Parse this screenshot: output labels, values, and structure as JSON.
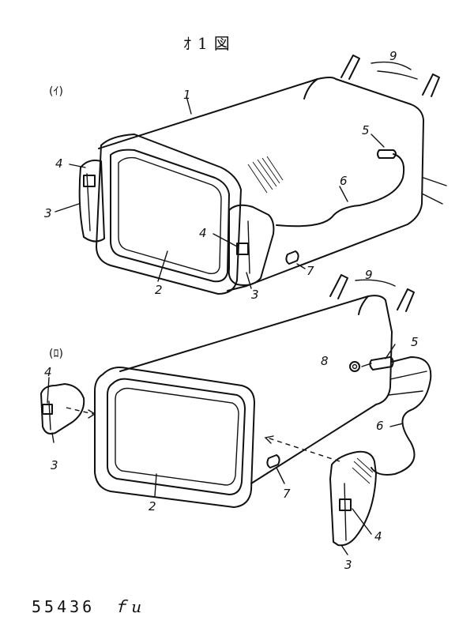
{
  "figure": {
    "title": "ｵ1図",
    "sub_a": "(ｲ)",
    "sub_b": "(ﾛ)"
  },
  "labels": {
    "n1": "1",
    "n2": "2",
    "n3": "3",
    "n4": "4",
    "n5": "5",
    "n6": "6",
    "n7": "7",
    "n8": "8",
    "n9": "9"
  },
  "footer": {
    "doc_number": "55436",
    "mark": "ｆu"
  }
}
